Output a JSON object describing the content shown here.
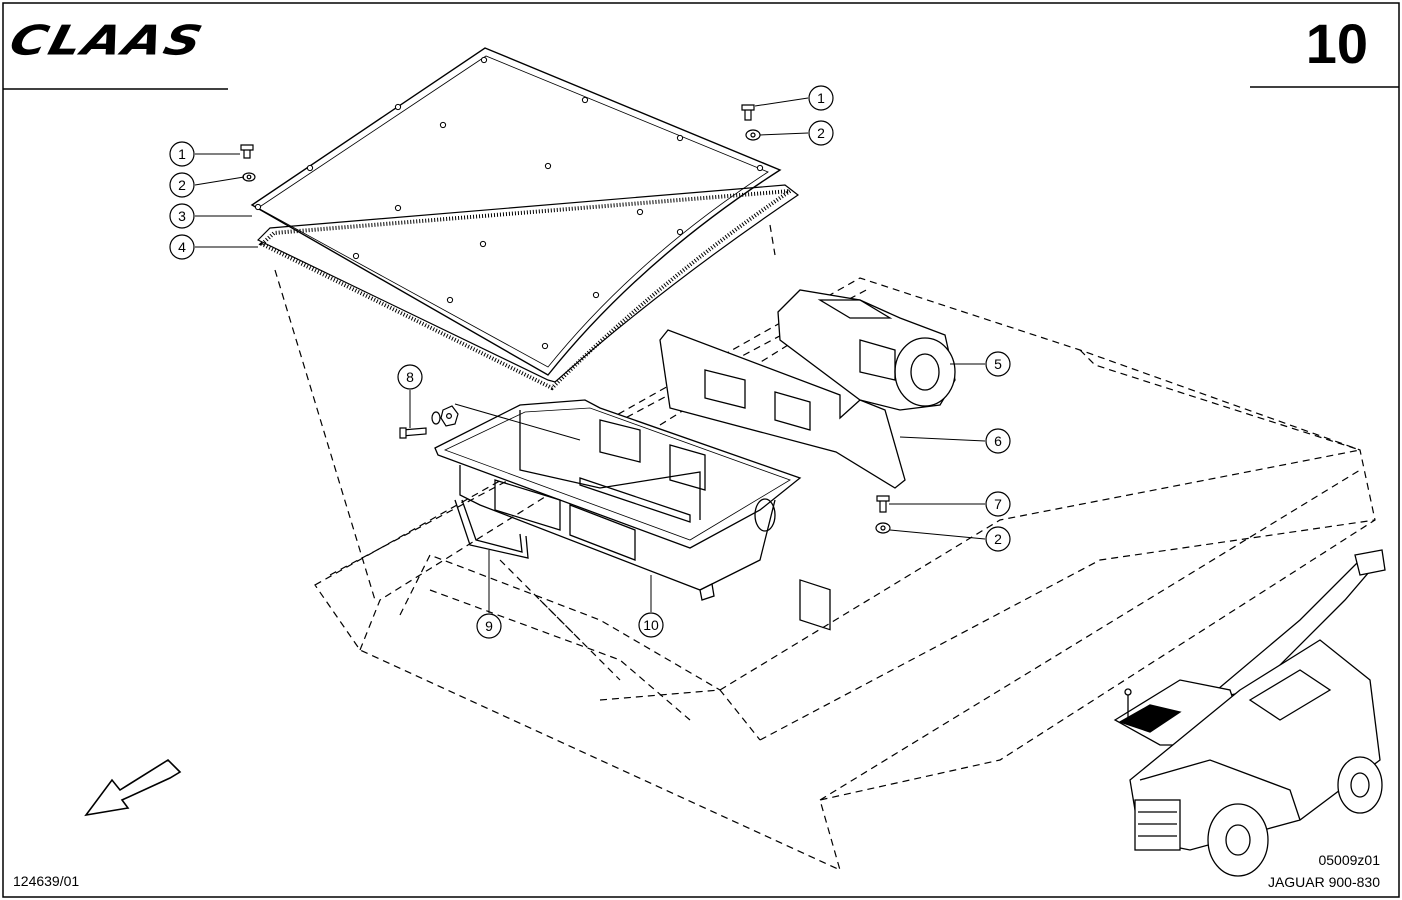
{
  "header": {
    "brand": "CLAAS",
    "page_number": "10"
  },
  "callouts": [
    "1",
    "2",
    "1",
    "2",
    "3",
    "4",
    "5",
    "6",
    "7",
    "2",
    "8",
    "9",
    "10"
  ],
  "footer": {
    "drawing_number": "124639/01",
    "view_code": "05009z01",
    "model": "JAGUAR 900-830"
  }
}
